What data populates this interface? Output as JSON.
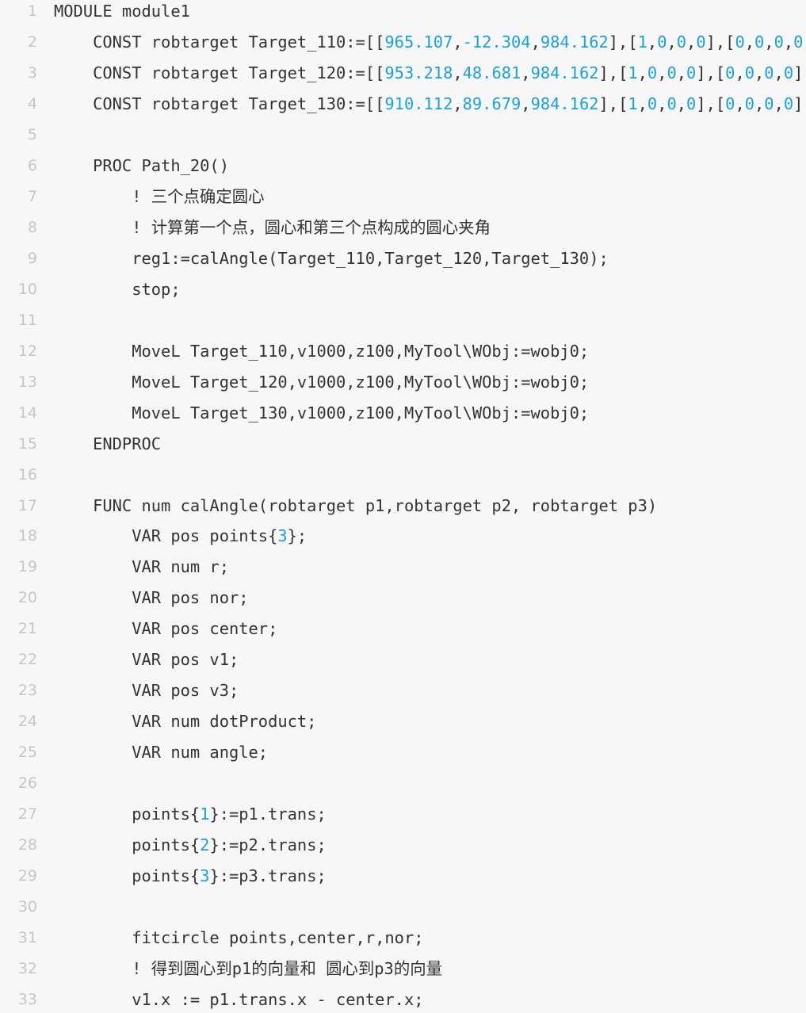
{
  "colors": {
    "text": "#333333",
    "number": "#1a9fe0",
    "line_number": "#c6c6c6",
    "background": "#f7f7f7"
  },
  "lines": [
    [
      [
        "MODULE module1",
        "t"
      ]
    ],
    [
      [
        "    CONST robtarget Target_110:=[[",
        "t"
      ],
      [
        "965.107",
        "n"
      ],
      [
        ",",
        "t"
      ],
      [
        "-12.304",
        "n"
      ],
      [
        ",",
        "t"
      ],
      [
        "984.162",
        "n"
      ],
      [
        "],[",
        "t"
      ],
      [
        "1",
        "n"
      ],
      [
        ",",
        "t"
      ],
      [
        "0",
        "n"
      ],
      [
        ",",
        "t"
      ],
      [
        "0",
        "n"
      ],
      [
        ",",
        "t"
      ],
      [
        "0",
        "n"
      ],
      [
        "],[",
        "t"
      ],
      [
        "0",
        "n"
      ],
      [
        ",",
        "t"
      ],
      [
        "0",
        "n"
      ],
      [
        ",",
        "t"
      ],
      [
        "0",
        "n"
      ],
      [
        ",",
        "t"
      ],
      [
        "0",
        "n"
      ]
    ],
    [
      [
        "    CONST robtarget Target_120:=[[",
        "t"
      ],
      [
        "953.218",
        "n"
      ],
      [
        ",",
        "t"
      ],
      [
        "48.681",
        "n"
      ],
      [
        ",",
        "t"
      ],
      [
        "984.162",
        "n"
      ],
      [
        "],[",
        "t"
      ],
      [
        "1",
        "n"
      ],
      [
        ",",
        "t"
      ],
      [
        "0",
        "n"
      ],
      [
        ",",
        "t"
      ],
      [
        "0",
        "n"
      ],
      [
        ",",
        "t"
      ],
      [
        "0",
        "n"
      ],
      [
        "],[",
        "t"
      ],
      [
        "0",
        "n"
      ],
      [
        ",",
        "t"
      ],
      [
        "0",
        "n"
      ],
      [
        ",",
        "t"
      ],
      [
        "0",
        "n"
      ],
      [
        ",",
        "t"
      ],
      [
        "0",
        "n"
      ],
      [
        "]",
        "t"
      ]
    ],
    [
      [
        "    CONST robtarget Target_130:=[[",
        "t"
      ],
      [
        "910.112",
        "n"
      ],
      [
        ",",
        "t"
      ],
      [
        "89.679",
        "n"
      ],
      [
        ",",
        "t"
      ],
      [
        "984.162",
        "n"
      ],
      [
        "],[",
        "t"
      ],
      [
        "1",
        "n"
      ],
      [
        ",",
        "t"
      ],
      [
        "0",
        "n"
      ],
      [
        ",",
        "t"
      ],
      [
        "0",
        "n"
      ],
      [
        ",",
        "t"
      ],
      [
        "0",
        "n"
      ],
      [
        "],[",
        "t"
      ],
      [
        "0",
        "n"
      ],
      [
        ",",
        "t"
      ],
      [
        "0",
        "n"
      ],
      [
        ",",
        "t"
      ],
      [
        "0",
        "n"
      ],
      [
        ",",
        "t"
      ],
      [
        "0",
        "n"
      ],
      [
        "]",
        "t"
      ]
    ],
    [],
    [
      [
        "    PROC Path_20()",
        "t"
      ]
    ],
    [
      [
        "        ! 三个点确定圆心",
        "t"
      ]
    ],
    [
      [
        "        ! 计算第一个点，圆心和第三个点构成的圆心夹角",
        "t"
      ]
    ],
    [
      [
        "        reg1:=calAngle(Target_110,Target_120,Target_130);",
        "t"
      ]
    ],
    [
      [
        "        stop;",
        "t"
      ]
    ],
    [],
    [
      [
        "        MoveL Target_110,v1000,z100,MyTool\\WObj:=wobj0;",
        "t"
      ]
    ],
    [
      [
        "        MoveL Target_120,v1000,z100,MyTool\\WObj:=wobj0;",
        "t"
      ]
    ],
    [
      [
        "        MoveL Target_130,v1000,z100,MyTool\\WObj:=wobj0;",
        "t"
      ]
    ],
    [
      [
        "    ENDPROC",
        "t"
      ]
    ],
    [],
    [
      [
        "    FUNC num calAngle(robtarget p1,robtarget p2, robtarget p3)",
        "t"
      ]
    ],
    [
      [
        "        VAR pos points{",
        "t"
      ],
      [
        "3",
        "n"
      ],
      [
        "};",
        "t"
      ]
    ],
    [
      [
        "        VAR num r;",
        "t"
      ]
    ],
    [
      [
        "        VAR pos nor;",
        "t"
      ]
    ],
    [
      [
        "        VAR pos center;",
        "t"
      ]
    ],
    [
      [
        "        VAR pos v1;",
        "t"
      ]
    ],
    [
      [
        "        VAR pos v3;",
        "t"
      ]
    ],
    [
      [
        "        VAR num dotProduct;",
        "t"
      ]
    ],
    [
      [
        "        VAR num angle;",
        "t"
      ]
    ],
    [],
    [
      [
        "        points{",
        "t"
      ],
      [
        "1",
        "n"
      ],
      [
        "}:=p1.trans;",
        "t"
      ]
    ],
    [
      [
        "        points{",
        "t"
      ],
      [
        "2",
        "n"
      ],
      [
        "}:=p2.trans;",
        "t"
      ]
    ],
    [
      [
        "        points{",
        "t"
      ],
      [
        "3",
        "n"
      ],
      [
        "}:=p3.trans;",
        "t"
      ]
    ],
    [],
    [
      [
        "        fitcircle points,center,r,nor;",
        "t"
      ]
    ],
    [
      [
        "        ! 得到圆心到p1的向量和 圆心到p3的向量",
        "t"
      ]
    ],
    [
      [
        "        v1.x := p1.trans.x - center.x;",
        "t"
      ]
    ]
  ],
  "line_numbers": [
    "1",
    "2",
    "3",
    "4",
    "5",
    "6",
    "7",
    "8",
    "9",
    "10",
    "11",
    "12",
    "13",
    "14",
    "15",
    "16",
    "17",
    "18",
    "19",
    "20",
    "21",
    "22",
    "23",
    "24",
    "25",
    "26",
    "27",
    "28",
    "29",
    "30",
    "31",
    "32",
    "33"
  ]
}
